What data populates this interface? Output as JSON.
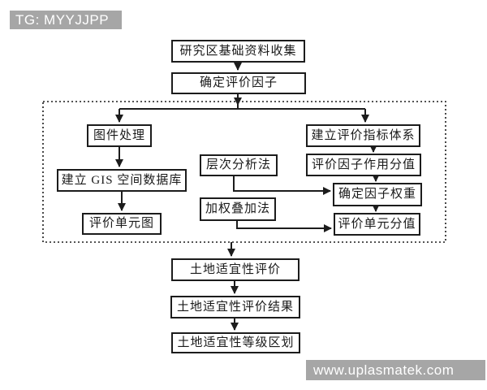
{
  "page": {
    "background": "#ffffff"
  },
  "watermarks": {
    "top_left": {
      "text": "TG: MYYJJPP",
      "bg": "#a6a6a6",
      "fg": "#ffffff"
    },
    "bottom_right": {
      "text": "www.uplasmatek.com",
      "bg": "#a6a6a6",
      "fg": "#ffffff"
    }
  },
  "flowchart": {
    "line_color": "#1c1c1c",
    "box_border_color": "#1c1c1c",
    "box_background": "#ffffff",
    "dotted_group_border": "dotted",
    "nodes": [
      {
        "id": "research-data-collection",
        "label": "研究区基础资料收集"
      },
      {
        "id": "determine-evaluation-factors",
        "label": "确定评价因子"
      },
      {
        "id": "image-processing",
        "label": "图件处理"
      },
      {
        "id": "gis-spatial-database",
        "label": "建立 GIS 空间数据库"
      },
      {
        "id": "evaluation-unit-map",
        "label": "评价单元图"
      },
      {
        "id": "ahp-method",
        "label": "层次分析法"
      },
      {
        "id": "weighted-overlay-method",
        "label": "加权叠加法"
      },
      {
        "id": "evaluation-index-system",
        "label": "建立评价指标体系"
      },
      {
        "id": "factor-effect-score",
        "label": "评价因子作用分值"
      },
      {
        "id": "determine-factor-weights",
        "label": "确定因子权重"
      },
      {
        "id": "evaluation-unit-score",
        "label": "评价单元分值"
      },
      {
        "id": "land-suitability-evaluation",
        "label": "土地适宜性评价"
      },
      {
        "id": "land-suitability-evaluation-result",
        "label": "土地适宜性评价结果"
      },
      {
        "id": "land-suitability-grade-zoning",
        "label": "土地适宜性等级区划"
      }
    ]
  }
}
